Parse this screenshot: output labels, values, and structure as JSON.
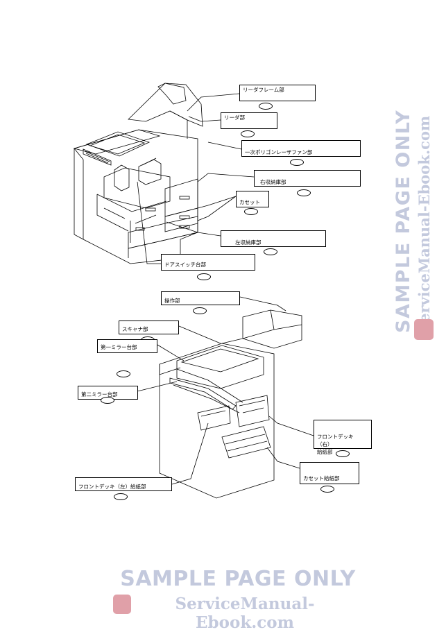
{
  "labels": {
    "reader_frame": "リーダフレーム部",
    "reader": "リーダ部",
    "primary_polygon_fan": "一次ポリゴンレーザファン部",
    "right_storage": "右収納庫部",
    "cassette": "カセット",
    "left_storage": "左収納庫部",
    "door_switch_base": "ドアスイッチ台部",
    "operation": "操作部",
    "scanner": "スキャナ部",
    "first_mirror_base": "第一ミラー台部",
    "second_mirror_base": "第二ミラー台部",
    "front_deck_right_line1": "フロントデッキ（右）",
    "front_deck_right_line2": "給紙部",
    "cassette_feed": "カセット給紙部",
    "front_deck_left": "フロントデッキ（左）給紙部"
  },
  "watermark": {
    "line1": "SAMPLE PAGE ONLY",
    "line2": "ServiceManual-Ebook.com"
  },
  "colors": {
    "watermark_text": "#c3c9dd",
    "watermark_icon": "#e0a0a8",
    "ink": "#000000"
  }
}
